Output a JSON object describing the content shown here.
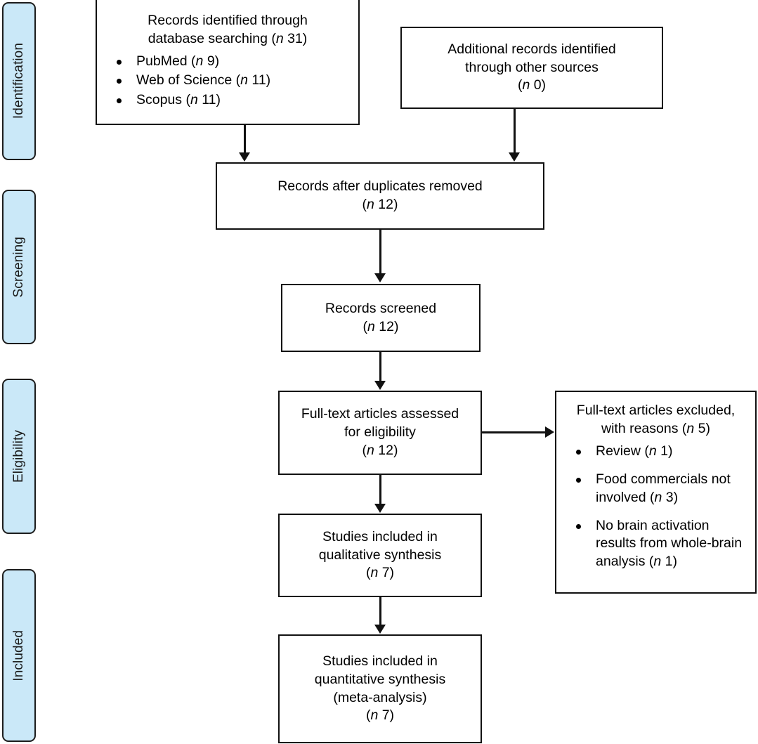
{
  "diagram": {
    "type": "prisma-flow-diagram",
    "stages": [
      {
        "key": "identification",
        "label": "Identification"
      },
      {
        "key": "screening",
        "label": "Screening"
      },
      {
        "key": "eligibility",
        "label": "Eligibility"
      },
      {
        "key": "included",
        "label": "Included"
      }
    ],
    "colors": {
      "stage_pill_fill": "#cae8f8",
      "stage_pill_border": "#1c1c1c",
      "box_border": "#111111",
      "box_fill": "#ffffff",
      "connector": "#111111",
      "text": "#000000"
    },
    "boxes": {
      "database_records": {
        "heading": "Records identified through\ndatabase searching (n 31)",
        "bullets": [
          "PubMed (n 9)",
          "Web of Science (n 11)",
          "Scopus (n 11)"
        ]
      },
      "other_sources": {
        "heading": "Additional records identified\nthrough other sources\n(n 0)"
      },
      "duplicates_removed": {
        "heading": "Records after duplicates removed\n(n 12)"
      },
      "records_screened": {
        "heading": "Records screened\n(n 12)"
      },
      "fulltext_assessed": {
        "heading": "Full-text articles assessed\nfor eligibility\n(n 12)"
      },
      "fulltext_excluded": {
        "heading": "Full-text articles excluded,\nwith reasons (n 5)",
        "bullets": [
          "Review (n 1)",
          "Food commercials not involved (n 3)",
          "No brain activation results from whole-brain analysis (n 1)"
        ]
      },
      "qualitative_synthesis": {
        "heading": "Studies included in\nqualitative synthesis\n(n 7)"
      },
      "quantitative_synthesis": {
        "heading": "Studies included in\nquantitative synthesis\n(meta-analysis)\n(n 7)"
      }
    },
    "counts": {
      "database_searching": 31,
      "pubmed": 9,
      "web_of_science": 11,
      "scopus": 11,
      "other_sources": 0,
      "after_duplicates": 12,
      "screened": 12,
      "fulltext_assessed": 12,
      "fulltext_excluded": 5,
      "excluded_review": 1,
      "excluded_no_food_commercials": 3,
      "excluded_no_whole_brain": 1,
      "qualitative": 7,
      "quantitative": 7
    }
  }
}
